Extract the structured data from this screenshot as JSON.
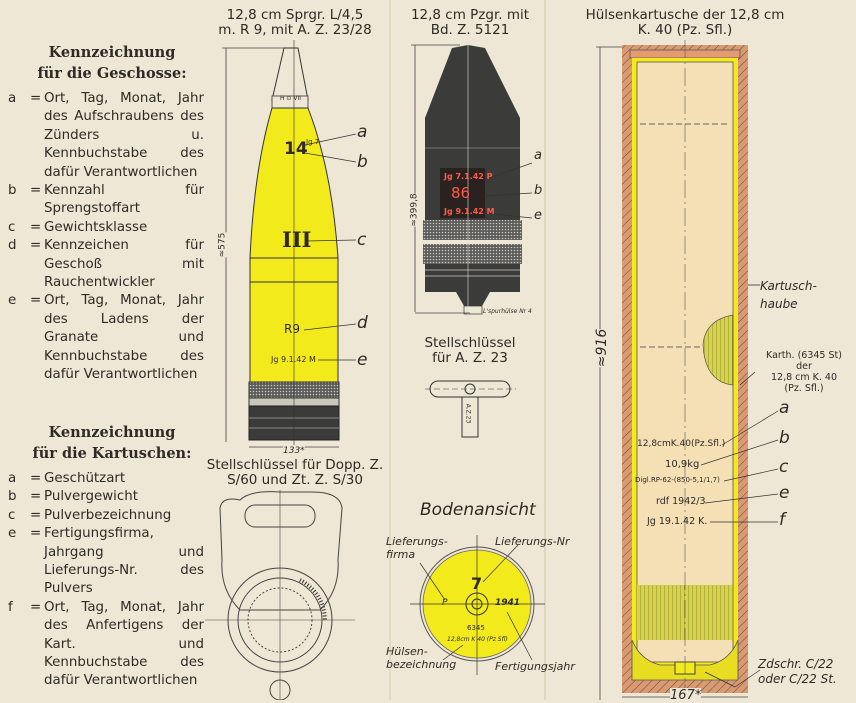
{
  "left": {
    "shells_title": [
      "Kennzeichnung",
      "für die Geschosse:"
    ],
    "shells_legend": [
      {
        "key": "a",
        "text": "Ort, Tag, Monat, Jahr des Aufschraubens des Zünders u. Kennbuchstabe des dafür Verantwortlichen"
      },
      {
        "key": "b",
        "text": "Kennzahl für Sprengstoffart"
      },
      {
        "key": "c",
        "text": "Gewichtsklasse"
      },
      {
        "key": "d",
        "text": "Kennzeichen für Geschoß mit Rauchentwickler"
      },
      {
        "key": "e",
        "text": "Ort, Tag, Monat, Jahr des Ladens der Granate und Kennbuchstabe des dafür Verantwortlichen"
      }
    ],
    "cartridge_title": [
      "Kennzeichnung",
      "für die Kartuschen:"
    ],
    "cartridge_legend": [
      {
        "key": "a",
        "text": "Geschützart"
      },
      {
        "key": "b",
        "text": "Pulvergewicht"
      },
      {
        "key": "c",
        "text": "Pulverbezeichnung"
      },
      {
        "key": "e",
        "text": "Fertigungsfirma, Jahrgang und Lieferungs-Nr. des Pulvers"
      },
      {
        "key": "f",
        "text": "Ort, Tag, Monat, Jahr des Anfertigens der Kart. und Kennbuchstabe des dafür Verantwortlichen"
      }
    ]
  },
  "shell1": {
    "title": [
      "12,8 cm Sprgr. L/4,5",
      "m. R 9, mit A. Z. 23/28"
    ],
    "marks": {
      "b": "14",
      "a": "Jg 7",
      "c": "III",
      "d": "R9",
      "e": "Jg 9.1.42 M"
    },
    "fuze_marks": "H ⊙ VII",
    "length": "≈575",
    "diameter": "133*",
    "letters": [
      "a",
      "b",
      "c",
      "d",
      "e"
    ]
  },
  "shell2": {
    "title": [
      "12,8 cm Pzgr. mit",
      "Bd. Z. 5121"
    ],
    "marks": {
      "a": "Jg 7.1.42 P",
      "b": "86",
      "e": "Jg 9.1.42 M"
    },
    "length": "≈399,8",
    "tracer": "L'spurhülse Nr 4",
    "letters": [
      "a",
      "b",
      "e"
    ]
  },
  "key_az23": {
    "title": [
      "Stellschlüssel",
      "für A. Z. 23"
    ],
    "engraving": "A.Z.23"
  },
  "key_dopp": {
    "title": [
      "Stellschlüssel für Dopp. Z.",
      "S/60 und Zt. Z. S/30"
    ]
  },
  "base_view": {
    "title": "Bodenansicht",
    "labels": {
      "firm": "Lieferungs-\nfirma",
      "lot": "Lieferungs-Nr",
      "case": "Hülsen-\nbezeichnung",
      "year": "Fertigungsjahr"
    },
    "marks": {
      "lot": "7",
      "firm": "P",
      "year": "1941",
      "number": "6345",
      "case": "12,8cm K 40 (Pz Sfl)"
    }
  },
  "cartridge": {
    "title": [
      "Hülsenkartusche der 12,8 cm",
      "K. 40 (Pz. Sfl.)"
    ],
    "cap_label": [
      "Kartusch-",
      "haube"
    ],
    "case_label": [
      "Karth. (6345 St)",
      "der",
      "12,8 cm K. 40",
      "(Pz. Sfl.)"
    ],
    "marks": [
      {
        "letter": "a",
        "text": "12,8cmK.40(Pz.Sfl.)"
      },
      {
        "letter": "b",
        "text": "10,9kg"
      },
      {
        "letter": "c",
        "text": "Digl.RP-62-(850-5,1/1,7)"
      },
      {
        "letter": "e",
        "text": "rdf 1942/3"
      },
      {
        "letter": "f",
        "text": "Jg 19.1.42 K."
      }
    ],
    "length": "≈916",
    "primer": [
      "Zdschr. C/22",
      "oder C/22 St."
    ],
    "diameter": "167*"
  },
  "colors": {
    "paper": "#efe7d5",
    "yellow": "#f3ea1c",
    "dark": "#3b3b3a",
    "red": "#ff5a4a",
    "brass": "#d99a72",
    "cream": "#f5dfb4"
  }
}
